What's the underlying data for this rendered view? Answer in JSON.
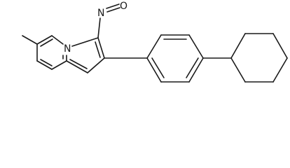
{
  "atom_labels": {
    "ring_nitrogen": "N",
    "nitroso_nitrogen": "N",
    "nitroso_oxygen": "O"
  },
  "colors": {
    "bond": "#1a1a1a",
    "background": "#ffffff"
  }
}
